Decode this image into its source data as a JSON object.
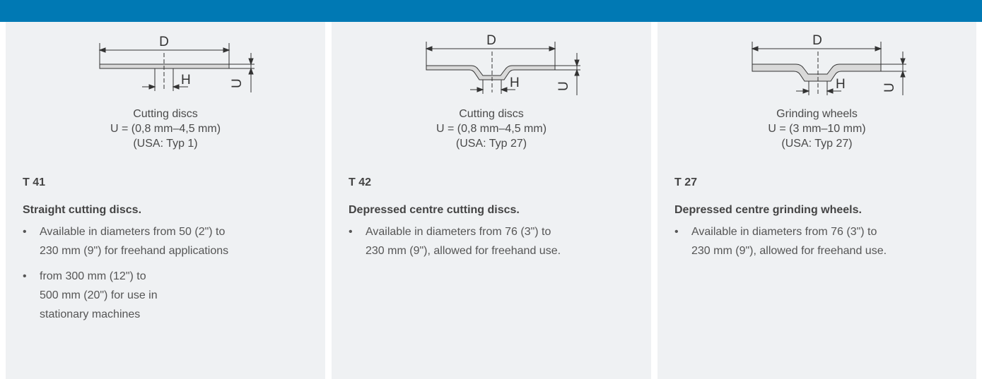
{
  "panels": [
    {
      "diagram": {
        "label_d": "D",
        "label_h": "H",
        "label_u": "U"
      },
      "caption": {
        "line1": "Cutting discs",
        "line2": "U = (0,8 mm–4,5 mm)",
        "line3": "(USA: Typ 1)"
      },
      "code": "T 41",
      "heading": "Straight cutting discs.",
      "bullets": [
        "Available in diameters from  50 (2\") to\n230 mm (9\") for freehand applications",
        "from 300 mm (12\") to\n500 mm (20\") for use in\nstationary machines"
      ]
    },
    {
      "diagram": {
        "label_d": "D",
        "label_h": "H",
        "label_u": "U"
      },
      "caption": {
        "line1": "Cutting discs",
        "line2": "U = (0,8 mm–4,5 mm)",
        "line3": "(USA: Typ 27)"
      },
      "code": "T 42",
      "heading": "Depressed centre cutting discs.",
      "bullets": [
        "Available in diameters from 76 (3\") to\n230 mm (9\"), allowed for freehand use."
      ]
    },
    {
      "diagram": {
        "label_d": "D",
        "label_h": "H",
        "label_u": "U"
      },
      "caption": {
        "line1": "Grinding wheels",
        "line2": "U = (3 mm–10 mm)",
        "line3": "(USA: Typ 27)"
      },
      "code": "T 27",
      "heading": "Depressed centre grinding wheels.",
      "bullets": [
        "Available in diameters from 76 (3\") to\n230 mm (9\"), allowed for freehand use."
      ]
    }
  ]
}
